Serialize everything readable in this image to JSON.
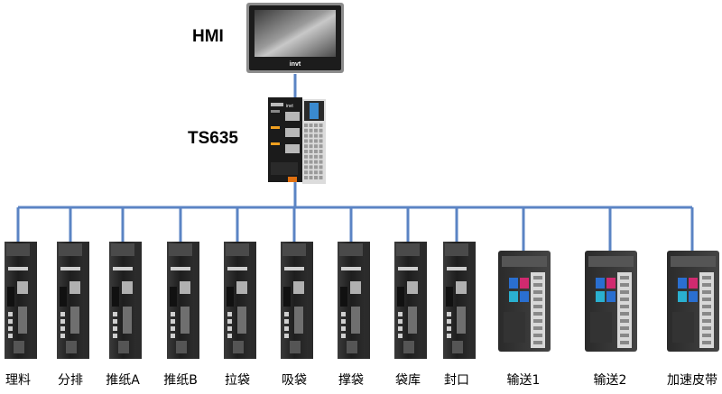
{
  "hmi": {
    "label": "HMI",
    "brand": "invt"
  },
  "controller": {
    "label": "TS635",
    "brand": "invt"
  },
  "bus_color": "#5b84c4",
  "drives": [
    {
      "label": "理料",
      "type": "servo"
    },
    {
      "label": "分排",
      "type": "servo"
    },
    {
      "label": "推纸A",
      "type": "servo"
    },
    {
      "label": "推纸B",
      "type": "servo"
    },
    {
      "label": "拉袋",
      "type": "servo"
    },
    {
      "label": "吸袋",
      "type": "servo"
    },
    {
      "label": "撑袋",
      "type": "servo"
    },
    {
      "label": "袋库",
      "type": "servo"
    },
    {
      "label": "封口",
      "type": "servo"
    },
    {
      "label": "输送1",
      "type": "inverter"
    },
    {
      "label": "输送2",
      "type": "inverter"
    },
    {
      "label": "加速皮带",
      "type": "inverter"
    }
  ]
}
